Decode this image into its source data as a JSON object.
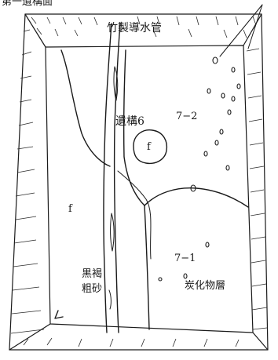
{
  "corner_text": "第一遺構面",
  "labels": {
    "bamboo_pipe": "竹製導水管",
    "feature6": "遺構6",
    "f_inner": "f",
    "f_left": "f",
    "layer_7_2": "7−2",
    "layer_7_1": "7−1",
    "black_brown": "黒褐",
    "coarse_sand": "粗砂",
    "charcoal_layer": "炭化物層"
  },
  "icons": {
    "pebbles": "pebble-outline-icons",
    "hatching": "section-wall-hatching"
  }
}
